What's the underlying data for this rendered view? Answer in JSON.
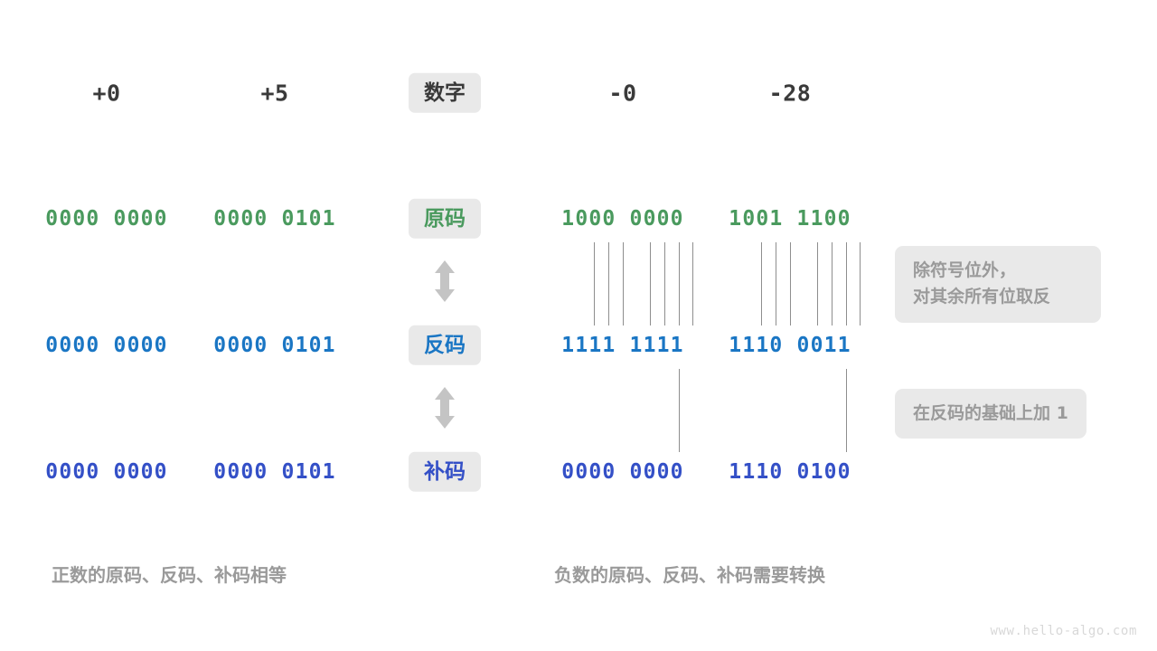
{
  "meta": {
    "watermark": "www.hello-algo.com",
    "colors": {
      "sign_magnitude": "#4a9a5e",
      "ones_complement": "#1a76c4",
      "twos_complement": "#3450c7",
      "chip_bg": "#e9e9e9",
      "note_text": "#9a9a9a",
      "connector": "#8e8e8e",
      "header_text": "#3a3a3a",
      "background": "#ffffff"
    }
  },
  "header": {
    "center_label": "数字",
    "left_values": [
      "+0",
      "+5"
    ],
    "right_values": [
      "-0",
      "-28"
    ]
  },
  "rows": [
    {
      "label": "原码",
      "left_values": [
        "0000 0000",
        "0000 0101"
      ],
      "right_values": [
        "1000 0000",
        "1001 1100"
      ]
    },
    {
      "label": "反码",
      "left_values": [
        "0000 0000",
        "0000 0101"
      ],
      "right_values": [
        "1111 1111",
        "1110 0011"
      ]
    },
    {
      "label": "补码",
      "left_values": [
        "0000 0000",
        "0000 0101"
      ],
      "right_values": [
        "0000 0000",
        "1110 0100"
      ]
    }
  ],
  "arrows": {
    "glyph": "double-headed-vertical-arrow",
    "count": 2
  },
  "notes": [
    {
      "text": "除符号位外，\n对其余所有位取反"
    },
    {
      "text": "在反码的基础上加  1"
    }
  ],
  "captions": {
    "left": "正数的原码、反码、补码相等",
    "right": "负数的原码、反码、补码需要转换"
  }
}
